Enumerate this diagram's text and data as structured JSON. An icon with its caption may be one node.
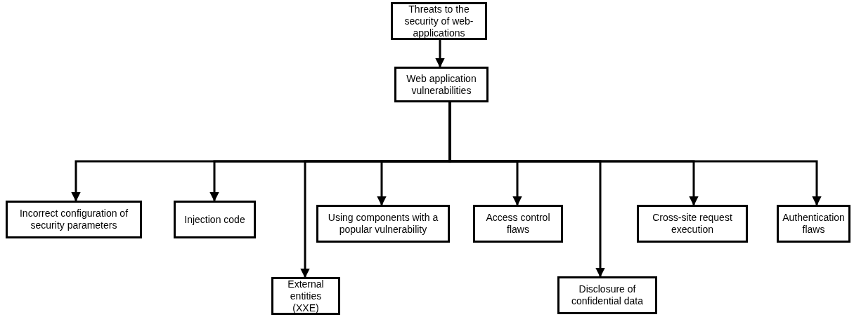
{
  "diagram": {
    "nodes": [
      {
        "text": [
          "Threats to the security of web- applications"
        ]
      },
      {
        "text": [
          "Web application vulnerabilities"
        ]
      },
      {
        "text": [
          "Incorrect configuration of security parameters"
        ]
      },
      {
        "text": [
          "Injection code"
        ]
      },
      {
        "text": [
          "External entities (XXE)"
        ]
      },
      {
        "text": [
          "Using components with a popular vulnerability"
        ]
      },
      {
        "text": [
          "Access control flaws"
        ]
      },
      {
        "text": [
          "Disclosure of confidential data"
        ]
      },
      {
        "text": [
          "Cross-site request execution"
        ]
      },
      {
        "text": [
          "Authentication flaws"
        ]
      }
    ],
    "edges": [
      {
        "from": 0,
        "to": 1,
        "arrow": "to"
      },
      {
        "from": 1,
        "to": 2,
        "arrow": "to"
      },
      {
        "from": 1,
        "to": 3,
        "arrow": "to"
      },
      {
        "from": 1,
        "to": 4,
        "arrow": "to"
      },
      {
        "from": 1,
        "to": 5,
        "arrow": "to"
      },
      {
        "from": 1,
        "to": 6,
        "arrow": "to"
      },
      {
        "from": 1,
        "to": 7,
        "arrow": "to"
      },
      {
        "from": 1,
        "to": 8,
        "arrow": "to"
      },
      {
        "from": 1,
        "to": 9,
        "arrow": "to"
      }
    ]
  }
}
